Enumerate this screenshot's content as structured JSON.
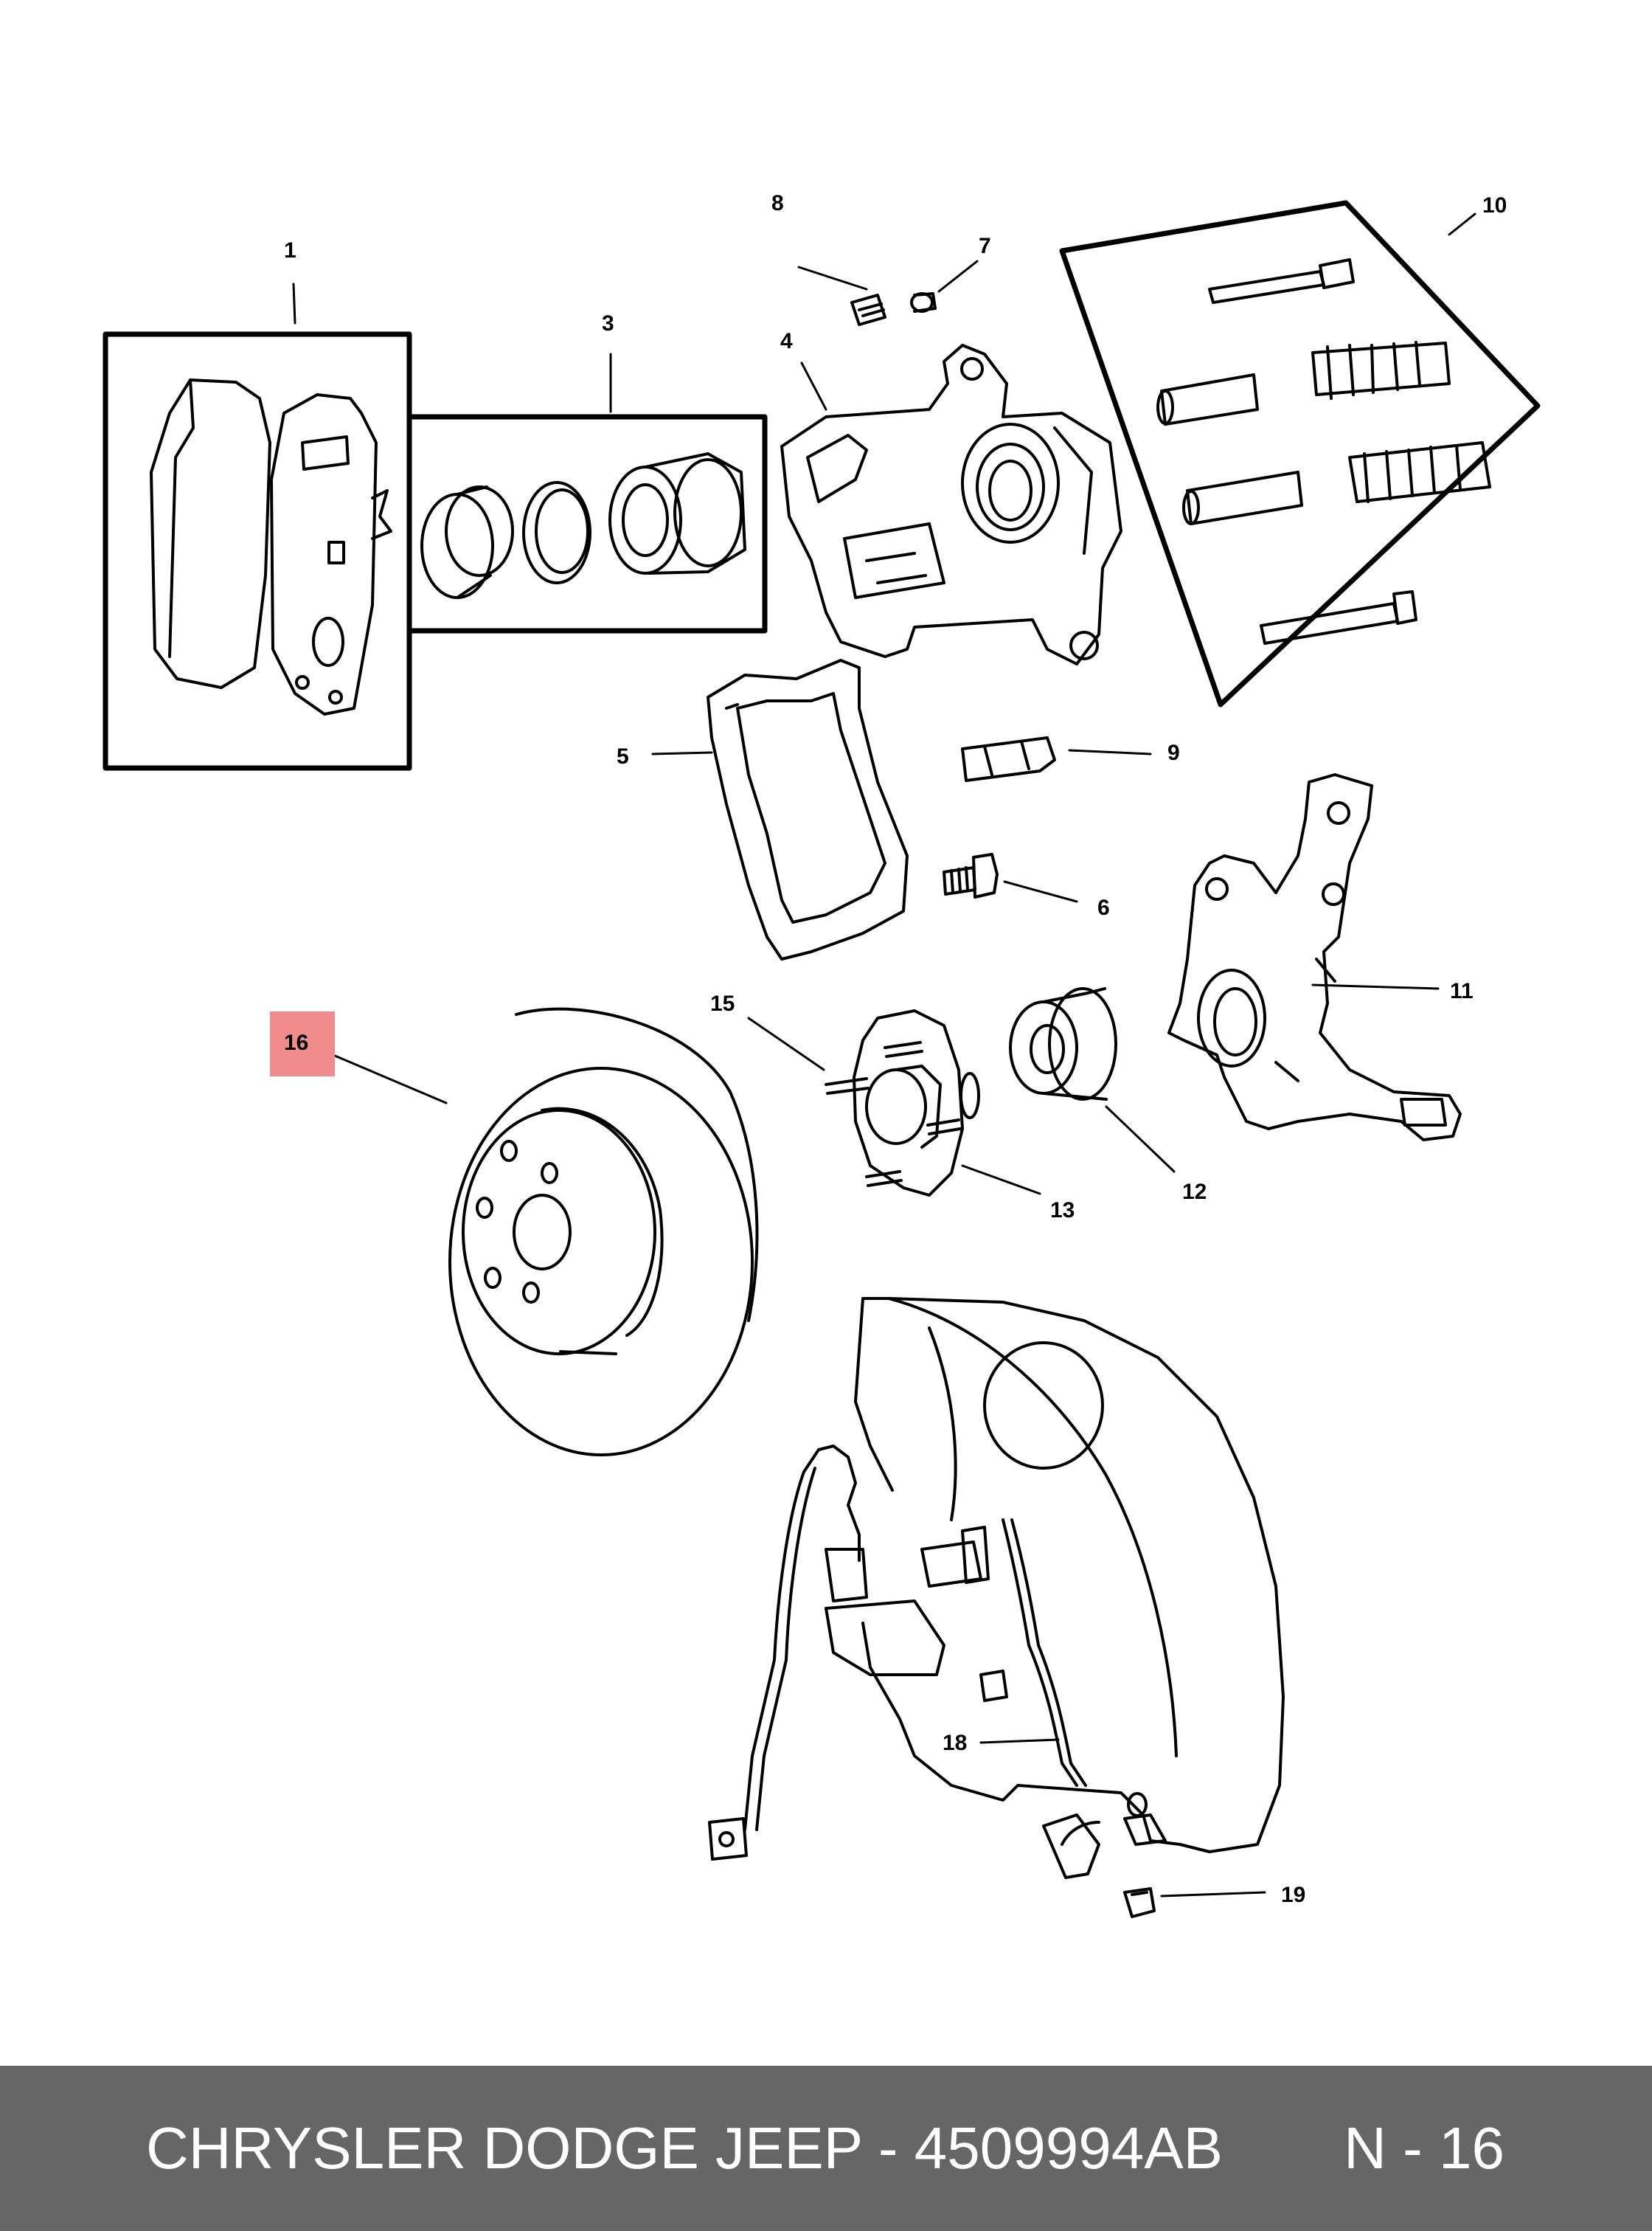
{
  "callouts": {
    "c1": "1",
    "c3": "3",
    "c4": "4",
    "c5": "5",
    "c6": "6",
    "c7": "7",
    "c8": "8",
    "c9": "9",
    "c10": "10",
    "c11": "11",
    "c12": "12",
    "c13": "13",
    "c15": "15",
    "c16": "16",
    "c18": "18",
    "c19": "19"
  },
  "highlighted_callout": "16",
  "colors": {
    "highlight": "#f08c8c",
    "footer_bg": "#666666",
    "footer_text": "#ffffff",
    "line": "#000000"
  },
  "footer": {
    "part_info": "CHRYSLER DODGE JEEP - 4509994AB",
    "page_ref": "N - 16"
  }
}
